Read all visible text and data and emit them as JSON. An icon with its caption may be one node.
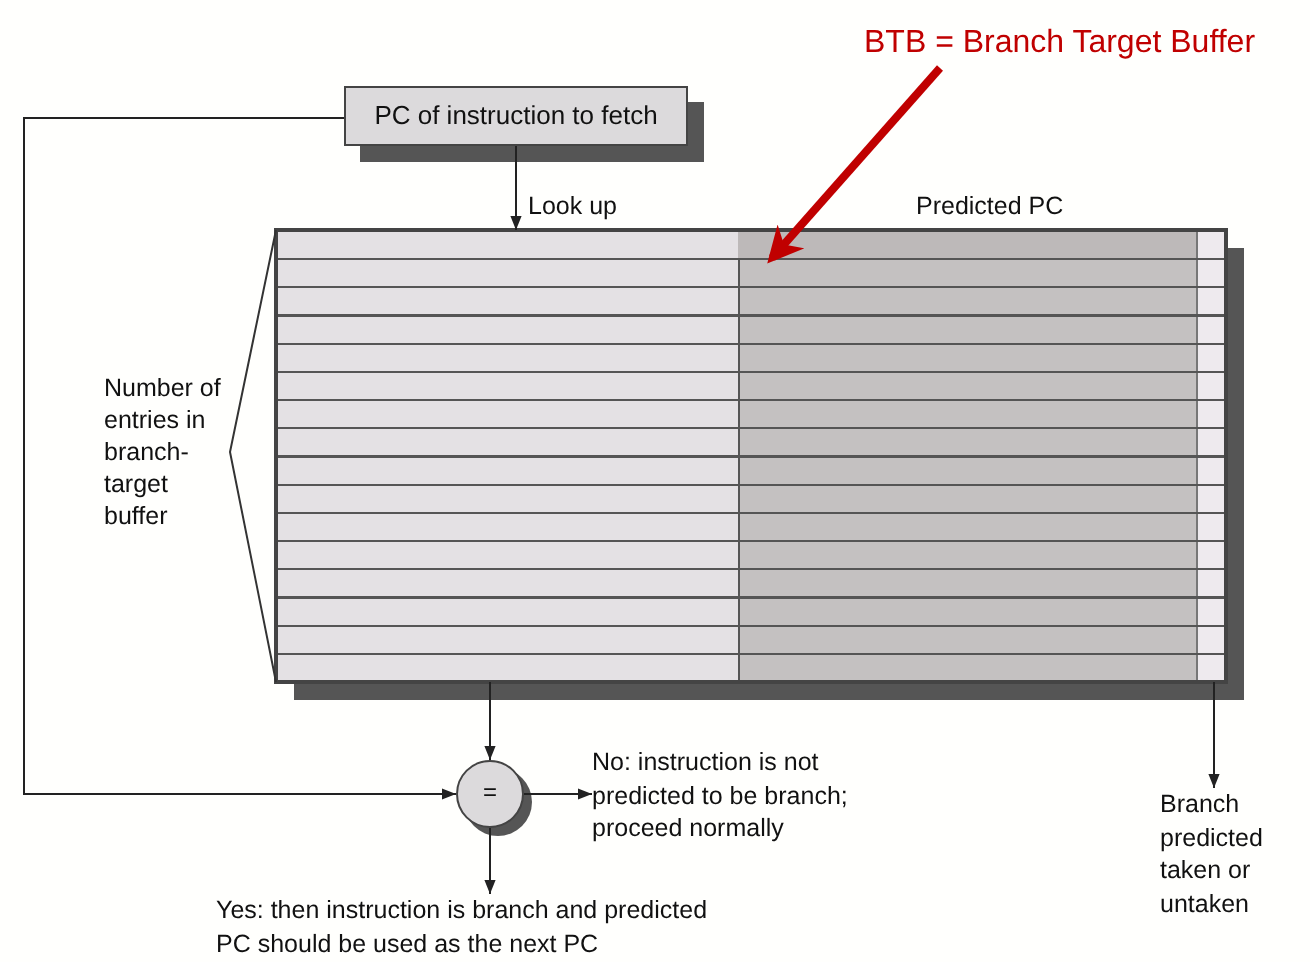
{
  "diagram": {
    "nodes": [
      {
        "text": [
          "PC of instruction to fetch"
        ]
      },
      {
        "text": [],
        "shape": "box"
      },
      {
        "text": [
          "="
        ]
      },
      {
        "text": [
          "No:  instruction is not predicted to be branch; proceed normally"
        ]
      },
      {
        "text": [
          "Yes:  then instruction is branch and predicted PC should be used as the next PC"
        ]
      },
      {
        "text": [
          "Branch predicted taken or untaken"
        ]
      },
      {
        "text": [
          "BTB = Branch Target Buffer"
        ]
      },
      {
        "text": [],
        "shape": "box",
        "in": 1
      }
    ],
    "edges": [
      {
        "from": 0,
        "to": 1,
        "arrow": "to",
        "label": "Look up"
      },
      {
        "from": 0,
        "to": 2,
        "arrow": "to"
      },
      {
        "from": 1,
        "to": 2,
        "arrow": "to"
      },
      {
        "from": 2,
        "to": 3,
        "arrow": "to"
      },
      {
        "from": 2,
        "to": 4,
        "arrow": "to"
      },
      {
        "from": 1,
        "to": 5,
        "arrow": "to"
      },
      {
        "from": 6,
        "to": 7,
        "arrow": "to",
        "style": "thick",
        "color": "#c00000"
      }
    ],
    "labels": [
      "Predicted PC",
      "Number of entries in branch-target buffer"
    ]
  }
}
